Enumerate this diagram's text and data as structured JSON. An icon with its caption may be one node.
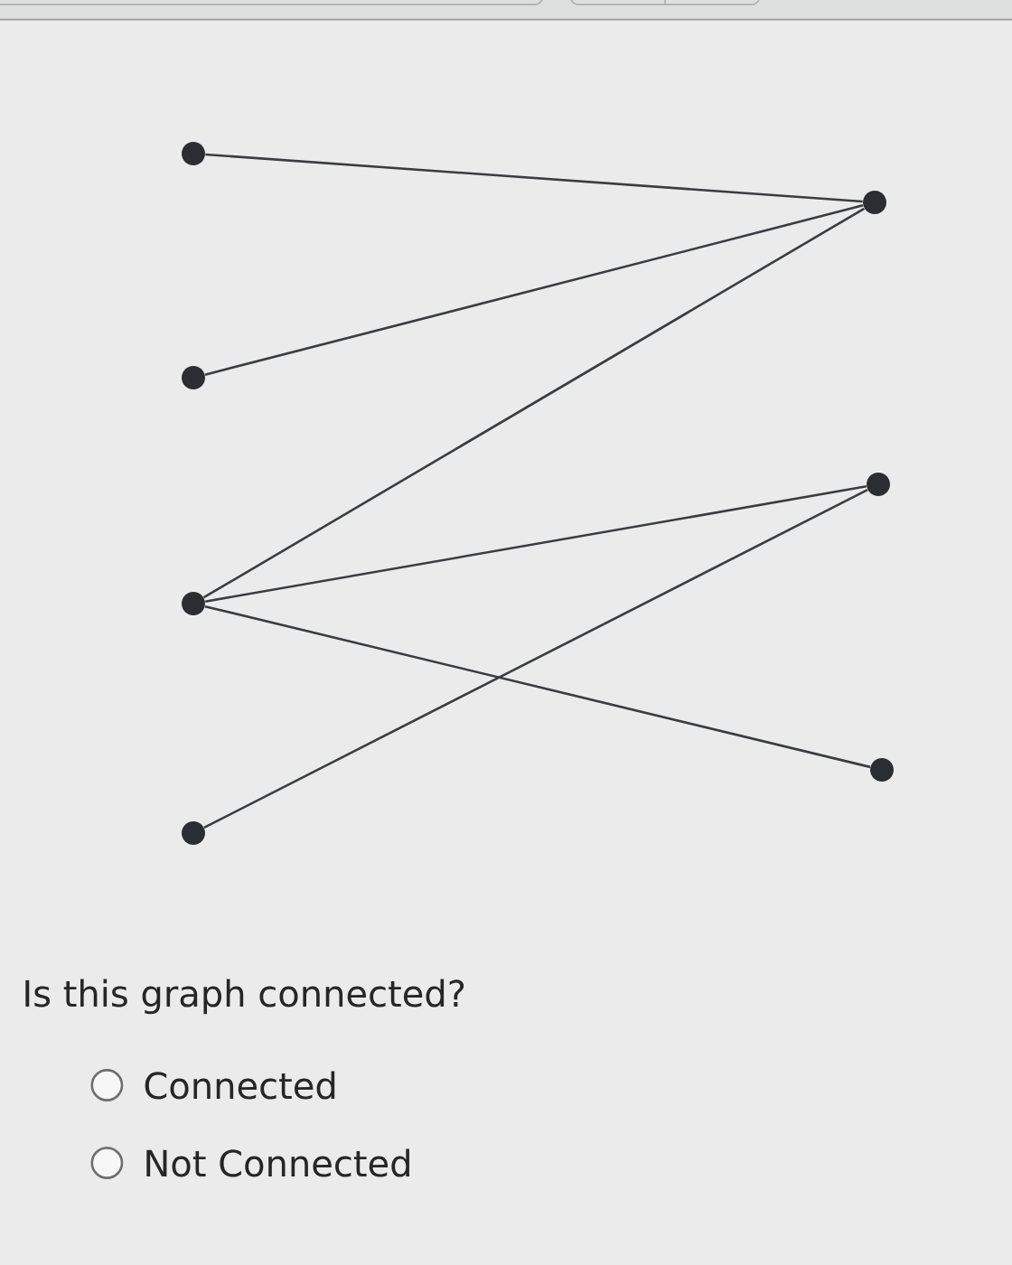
{
  "diagram": {
    "nodes": [
      {
        "text": [],
        "shape": "circle"
      },
      {
        "text": [],
        "shape": "circle"
      },
      {
        "text": [],
        "shape": "circle"
      },
      {
        "text": [],
        "shape": "circle"
      },
      {
        "text": [],
        "shape": "circle"
      },
      {
        "text": [],
        "shape": "circle"
      },
      {
        "text": [],
        "shape": "circle"
      }
    ],
    "edges": [
      {
        "from": 0,
        "to": 4,
        "arrow": "none"
      },
      {
        "from": 1,
        "to": 4,
        "arrow": "none"
      },
      {
        "from": 2,
        "to": 4,
        "arrow": "none"
      },
      {
        "from": 2,
        "to": 5,
        "arrow": "none"
      },
      {
        "from": 2,
        "to": 6,
        "arrow": "none"
      },
      {
        "from": 3,
        "to": 5,
        "arrow": "none"
      }
    ],
    "labels": [
      "Is this graph connected?",
      "Connected",
      "Not Connected"
    ]
  }
}
